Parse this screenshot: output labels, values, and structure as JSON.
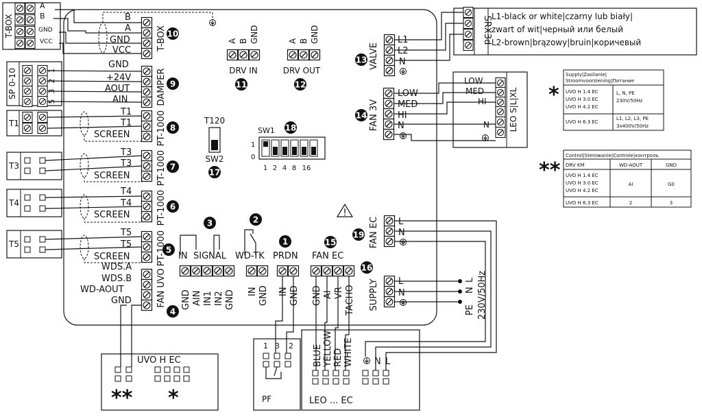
{
  "tbox": {
    "module": "T-BOX",
    "pins": [
      "A",
      "B",
      "GND",
      "VCC"
    ]
  },
  "b10": {
    "pins": [
      "B",
      "A",
      "GND",
      "VCC"
    ],
    "block": "T-BOX",
    "num": "10"
  },
  "b9": {
    "pins": [
      "GND",
      "+24V",
      "AOUT",
      "AIN"
    ],
    "block": "DAMPER",
    "num": "9"
  },
  "sp": {
    "module": "SP 0-10",
    "nums": [
      "1",
      "2",
      "3",
      "5"
    ]
  },
  "pt": [
    {
      "module": "T1",
      "pins": [
        "T1",
        "T1",
        "SCREEN"
      ],
      "block": "PT-1000",
      "num": "8"
    },
    {
      "module": "T3",
      "pins": [
        "T3",
        "T3",
        "SCREEN"
      ],
      "block": "PT-1000",
      "num": "7"
    },
    {
      "module": "T4",
      "pins": [
        "T4",
        "T4",
        "SCREEN"
      ],
      "block": "PT-1000",
      "num": "6"
    },
    {
      "module": "T5",
      "pins": [
        "T5",
        "T5",
        "SCREEN"
      ],
      "block": "PT-1000",
      "num": "5"
    }
  ],
  "b4": {
    "pins": [
      "WDS.A",
      "WDS.B",
      "WD-AOUT",
      "GND"
    ],
    "block": "FAN UVO",
    "num": "4"
  },
  "drv_in": {
    "pins": [
      "A",
      "B",
      "GND"
    ],
    "label": "DRV IN",
    "num": "11"
  },
  "drv_out": {
    "pins": [
      "A",
      "B",
      "GND"
    ],
    "label": "DRV OUT",
    "num": "12"
  },
  "sw2": {
    "top": "T120",
    "bottom": "SW2",
    "num": "17"
  },
  "sw1": {
    "label": "SW1",
    "num": "18",
    "on": "1",
    "off": "0",
    "weights": [
      "1",
      "2",
      "4",
      "8",
      "16"
    ]
  },
  "valve": {
    "pins": [
      "L1",
      "L2",
      "N"
    ],
    "block": "VALVE",
    "num": "13"
  },
  "srx": {
    "module": "SRX3d",
    "notes": [
      "L1-black or white|czarny lub biały|",
      "zwart of wit|черный или белый",
      "L2-brown|brązowy|bruin|коричевый"
    ]
  },
  "fan3v": {
    "pins": [
      "LOW",
      "MED",
      "HI",
      "N"
    ],
    "block": "FAN 3V",
    "num": "14"
  },
  "leo_sl": {
    "module": "LEO S|L|XL",
    "pins": [
      "LOW",
      "MED",
      "HI",
      "N"
    ]
  },
  "table1": {
    "mark": "*",
    "header": [
      "Supply|Zasilanie|",
      "Stroomvoorziening|Питание"
    ],
    "rows": [
      {
        "models": [
          "UVO H 1.4 EC",
          "UVO H 3.0 EC",
          "UVO H 4.2 EC"
        ],
        "value": [
          "L, N, PE",
          "230V/50Hz"
        ]
      },
      {
        "models": [
          "UVO H 6.3 EC"
        ],
        "value": [
          "L1, L2, L3, PE",
          "3x400V/50Hz"
        ]
      }
    ]
  },
  "table2": {
    "mark": "**",
    "header": "Control|Sterowanie|Controle|контроль",
    "cols": [
      "DRV KM",
      "WD-AOUT",
      "GND"
    ],
    "rows": [
      {
        "models": [
          "UVO H 1.4 EC",
          "UVO H 3.0 EC",
          "UVO H 4.2 EC"
        ],
        "a": "AI",
        "b": "G0"
      },
      {
        "models": [
          "UVO H 6.3 EC"
        ],
        "a": "2",
        "b": "3"
      }
    ]
  },
  "b3": {
    "pins": [
      "GND",
      "AIN",
      "IN1",
      "IN2",
      "GND"
    ],
    "labels": [
      "IN",
      "SIGNAL"
    ],
    "num": "3"
  },
  "b2": {
    "pins": [
      "IN",
      "GND"
    ],
    "label": "WD-TK",
    "num": "2"
  },
  "b1": {
    "pins": [
      "IN",
      "GND"
    ],
    "label": "PRDN",
    "num": "1"
  },
  "b15": {
    "pins": [
      "GND",
      "AI",
      "VR",
      "TACHO"
    ],
    "label": "FAN EC",
    "num": "15"
  },
  "b19": {
    "pins": [
      "L",
      "N"
    ],
    "block": "FAN EC",
    "num": "19"
  },
  "b16": {
    "pins": [
      "L",
      "N"
    ],
    "block": "SUPPLY",
    "num": "16"
  },
  "supply_ext": {
    "pins": [
      "L",
      "N",
      "PE"
    ],
    "voltage": "230V/50Hz"
  },
  "uvo": {
    "module": "UVO H EC",
    "marks": [
      "**",
      "*"
    ]
  },
  "pf": {
    "module": "PF",
    "nums": [
      "1",
      "3",
      "2"
    ]
  },
  "leoec": {
    "module": "LEO ... EC",
    "wires": [
      "BLUE",
      "YELLOW",
      "RED",
      "WHITE"
    ],
    "pins": [
      "N",
      "L"
    ]
  }
}
